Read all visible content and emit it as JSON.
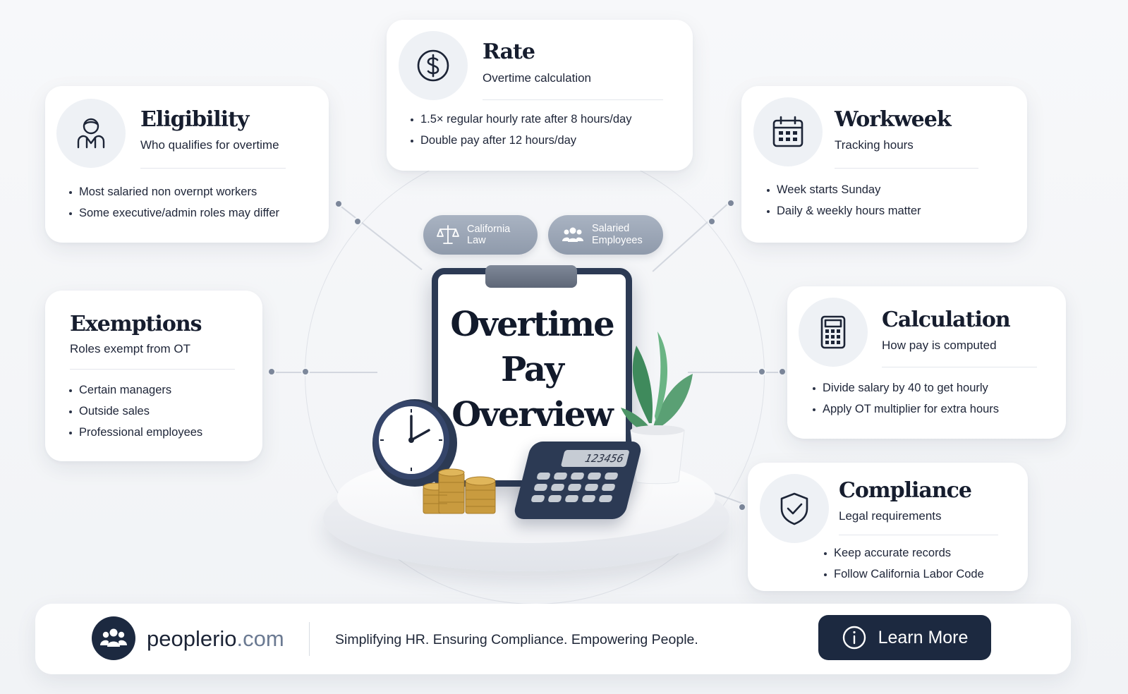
{
  "center": {
    "title_line1": "Overtime",
    "title_line2": "Pay",
    "title_line3": "Overview",
    "badges": [
      {
        "label": "California Law",
        "icon": "scales-icon"
      },
      {
        "label_line1": "Salaried",
        "label_line2": "Employees",
        "icon": "group-icon"
      }
    ],
    "calculator_display": "123456"
  },
  "cards": {
    "eligibility": {
      "title": "Eligibility",
      "subtitle": "Who qualifies for overtime",
      "icon": "person-icon",
      "bullets": [
        "Most salaried non overnpt workers",
        "Some executive/admin roles may differ"
      ]
    },
    "rate": {
      "title": "Rate",
      "subtitle": "Overtime calculation",
      "icon": "dollar-icon",
      "bullets": [
        "1.5× regular hourly rate after 8 hours/day",
        "Double pay after 12 hours/day"
      ]
    },
    "workweek": {
      "title": "Workweek",
      "subtitle": "Tracking hours",
      "icon": "calendar-icon",
      "bullets": [
        "Week starts Sunday",
        "Daily & weekly hours matter"
      ]
    },
    "exemptions": {
      "title": "Exemptions",
      "subtitle": "Roles exempt from OT",
      "bullets": [
        "Certain managers",
        "Outside sales",
        "Professional employees"
      ]
    },
    "calculation": {
      "title": "Calculation",
      "subtitle": "How pay is computed",
      "icon": "calculator-icon",
      "bullets": [
        "Divide salary by 40 to get hourly",
        "Apply OT multiplier for extra hours"
      ]
    },
    "compliance": {
      "title": "Compliance",
      "subtitle": "Legal requirements",
      "icon": "shield-check-icon",
      "bullets": [
        "Keep accurate records",
        "Follow California Labor Code"
      ]
    }
  },
  "footer": {
    "brand_name": "peoplerio",
    "brand_tld": ".com",
    "tagline": "Simplifying HR. Ensuring Compliance. Empowering People.",
    "cta_label": "Learn More"
  },
  "colors": {
    "navy": "#1c2940",
    "pill": "#98a3b4",
    "background": "#f4f6f9"
  }
}
